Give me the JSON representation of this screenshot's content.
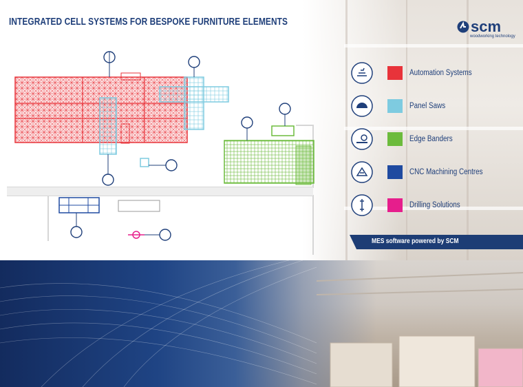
{
  "header": {
    "title": "INTEGRATED CELL SYSTEMS FOR BESPOKE FURNITURE ELEMENTS"
  },
  "brand": {
    "name": "scm",
    "tagline": "woodworking technology",
    "color": "#1f3f7a"
  },
  "legend": {
    "items": [
      {
        "label": "Automation Systems",
        "color": "#e8333a",
        "icon": "automation-icon"
      },
      {
        "label": "Panel Saws",
        "color": "#7ecbe0",
        "icon": "panel-saw-icon"
      },
      {
        "label": "Edge Banders",
        "color": "#6cbb3c",
        "icon": "edge-bander-icon"
      },
      {
        "label": "CNC Machining Centres",
        "color": "#1f4aa0",
        "icon": "cnc-icon"
      },
      {
        "label": "Drilling Solutions",
        "color": "#e61e8c",
        "icon": "drilling-icon"
      }
    ]
  },
  "footer_bar": {
    "label": "MES software powered by SCM",
    "color": "#1d3d75"
  }
}
